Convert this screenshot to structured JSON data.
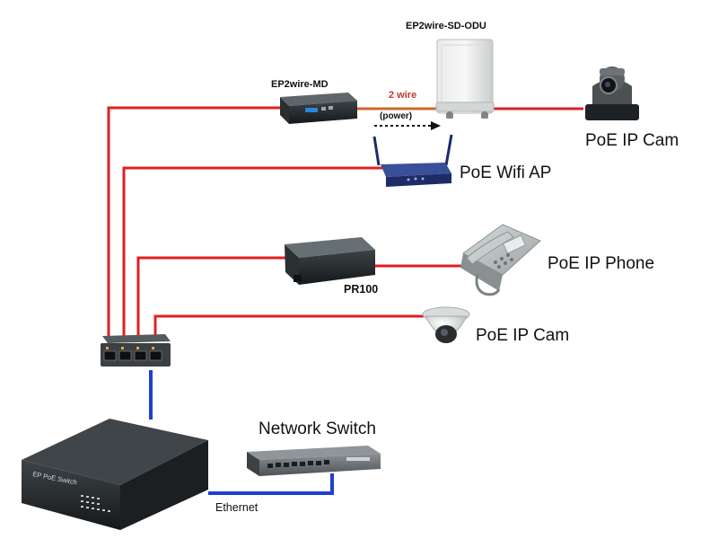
{
  "devices": {
    "odu": {
      "label": "EP2wire-SD-ODU",
      "icon": "outdoor-unit-icon"
    },
    "md": {
      "label": "EP2wire-MD",
      "icon": "media-converter-icon"
    },
    "cam_ptz": {
      "label": "PoE IP Cam",
      "icon": "ptz-camera-icon"
    },
    "wifi_ap": {
      "label": "PoE Wifi AP",
      "icon": "wifi-router-icon"
    },
    "pr100": {
      "label": "PR100",
      "icon": "repeater-box-icon"
    },
    "phone": {
      "label": "PoE IP Phone",
      "icon": "ip-phone-icon"
    },
    "cam_dome": {
      "label": "PoE IP Cam",
      "icon": "dome-camera-icon"
    },
    "poe_switch_small": {
      "icon": "small-poe-switch-icon"
    },
    "poe_switch_large": {
      "label": "EP PoE Switch",
      "icon": "poe-switch-icon"
    },
    "network_switch": {
      "label": "Network Switch",
      "icon": "network-switch-icon"
    }
  },
  "links": {
    "two_wire": "2 wire",
    "power": "(power)",
    "ethernet": "Ethernet"
  },
  "colors": {
    "poe_line": "#e02020",
    "two_wire_line": "#c96a2a",
    "ethernet_line": "#1f3fcf"
  }
}
